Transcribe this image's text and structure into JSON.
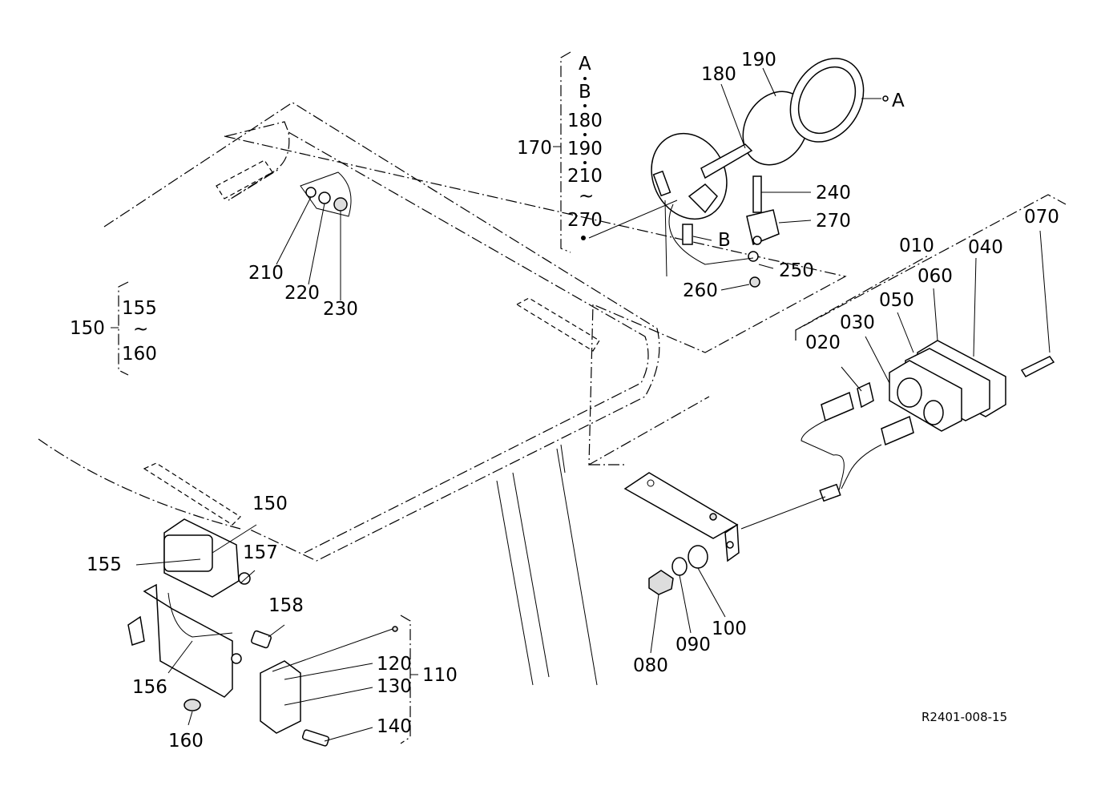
{
  "drawing_ref": "R2401-008-15",
  "labels": {
    "p010": "010",
    "p020": "020",
    "p030": "030",
    "p040": "040",
    "p050": "050",
    "p060": "060",
    "p070": "070",
    "p080": "080",
    "p090": "090",
    "p100": "100",
    "p110": "110",
    "p120": "120",
    "p130": "130",
    "p140": "140",
    "p150": "150",
    "p150b": "150",
    "p155": "155",
    "p155b": "155",
    "p156": "156",
    "p157": "157",
    "p158": "158",
    "p160": "160",
    "p160b": "160",
    "p170": "170",
    "p180": "180",
    "p190": "190",
    "p210": "210",
    "p220": "220",
    "p230": "230",
    "p240": "240",
    "p250": "250",
    "p260": "260",
    "p270": "270"
  },
  "group_170": {
    "items": [
      "A",
      "B",
      "180",
      "190",
      "210",
      "~",
      "270"
    ],
    "ref_a": "A",
    "ref_b": "B"
  },
  "group_150": {
    "items": [
      "155",
      "~",
      "160"
    ]
  }
}
